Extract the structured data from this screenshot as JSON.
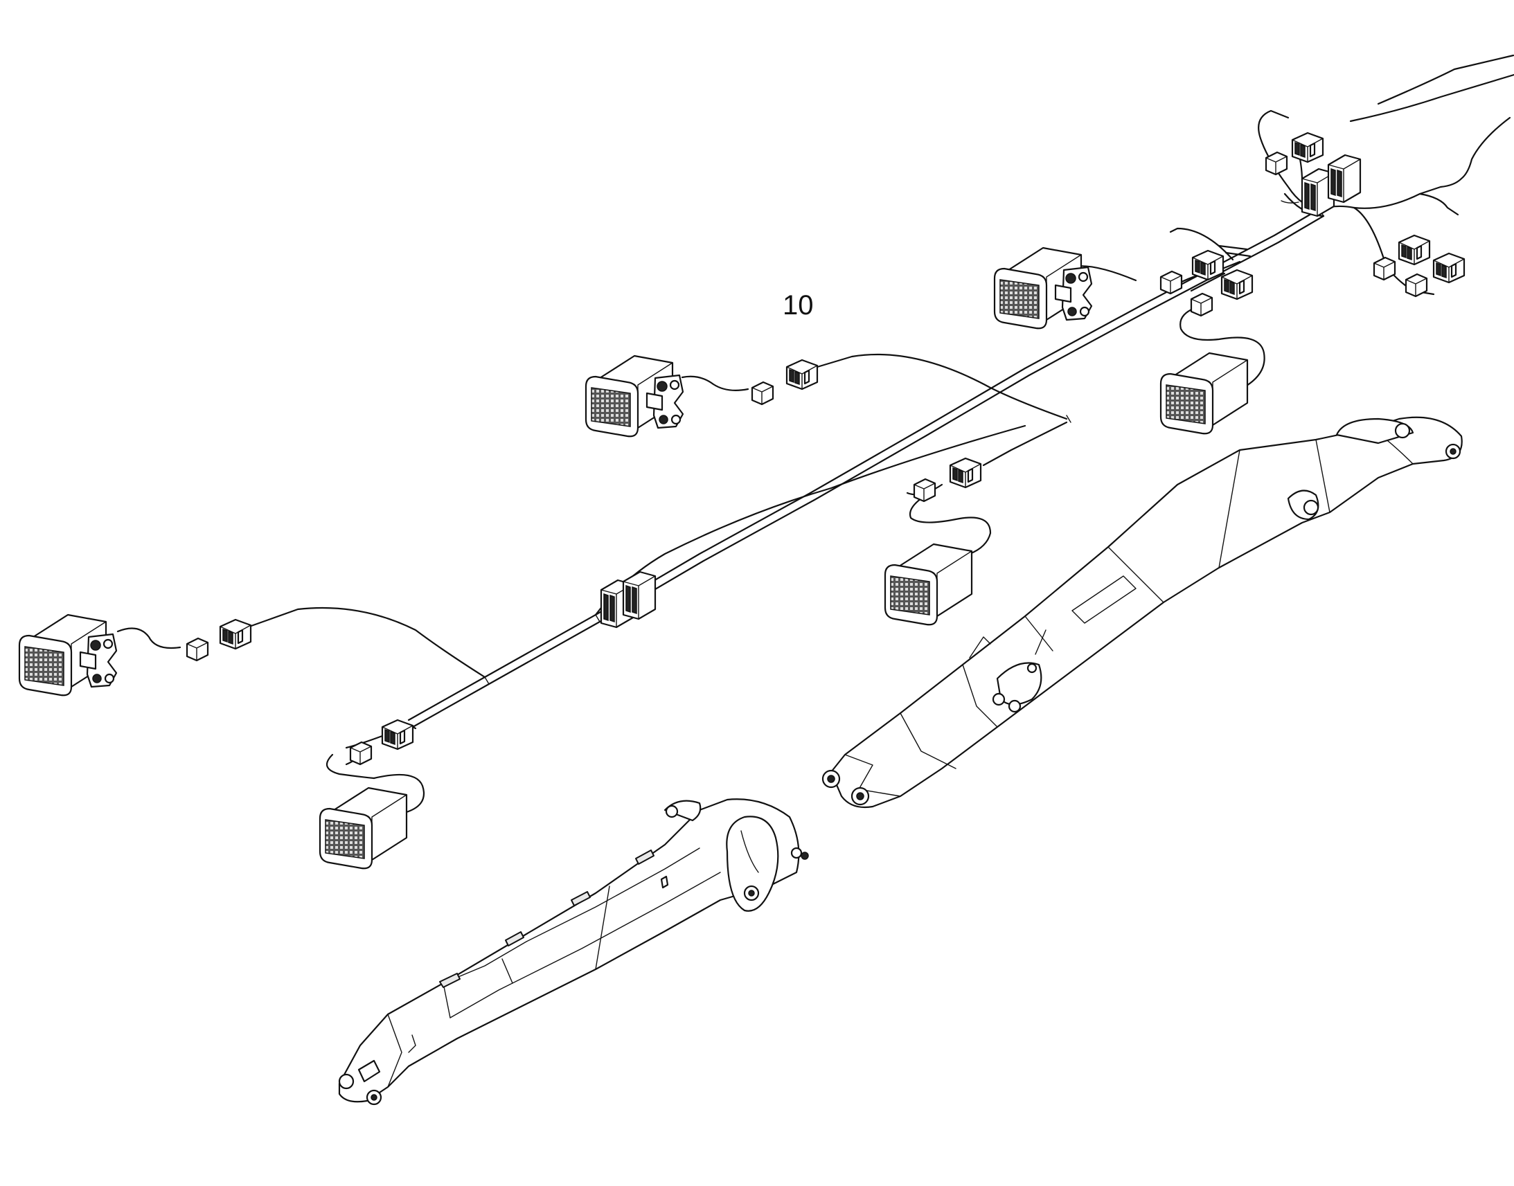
{
  "figure": {
    "callouts": [
      {
        "label": "10"
      }
    ],
    "parts": [
      "wiring-harness",
      "work-light",
      "connector",
      "boom",
      "arm"
    ],
    "colors": {
      "line": "#111111",
      "background": "#ffffff"
    }
  }
}
